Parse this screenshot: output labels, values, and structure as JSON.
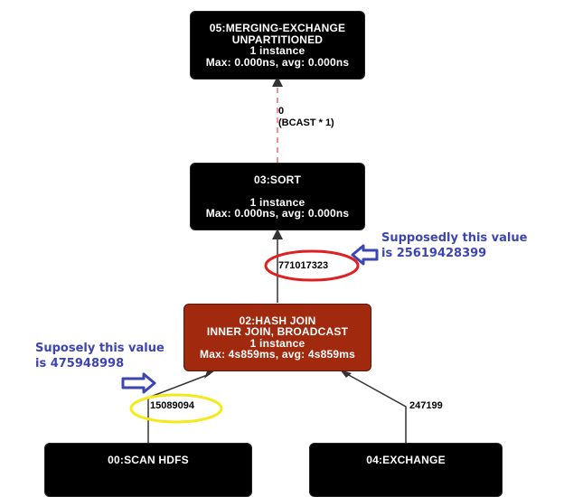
{
  "nodes": {
    "merging_exchange": {
      "title": "05:MERGING-EXCHANGE",
      "subtitle": "UNPARTITIONED",
      "instances": "1 instance",
      "timing": "Max: 0.000ns, avg: 0.000ns",
      "color": "#000000"
    },
    "sort": {
      "title": "03:SORT",
      "subtitle": "",
      "instances": "1 instance",
      "timing": "Max: 0.000ns, avg: 0.000ns",
      "color": "#000000"
    },
    "hash_join": {
      "title": "02:HASH JOIN",
      "subtitle": "INNER JOIN, BROADCAST",
      "instances": "1 instance",
      "timing": "Max: 4s859ms, avg: 4s859ms",
      "color": "#a12a0e"
    },
    "scan_hdfs": {
      "title": "00:SCAN HDFS",
      "color": "#000000"
    },
    "exchange": {
      "title": "04:EXCHANGE",
      "color": "#000000"
    }
  },
  "edges": {
    "sort_to_merging": {
      "label_line1": "0",
      "label_line2": "(BCAST * 1)",
      "style": "dashed",
      "color": "#e07070"
    },
    "join_to_sort": {
      "label": "771017323"
    },
    "scan_to_join": {
      "label": "15089094"
    },
    "exchange_to_join": {
      "label": "247199"
    }
  },
  "annotations": {
    "right": {
      "line1": "Supposedly this value",
      "line2": "is 25619428399",
      "color": "#3d45b0"
    },
    "left": {
      "line1": "Suposely this value",
      "line2": "is 475948998",
      "color": "#3d45b0"
    },
    "red_ellipse_color": "#e02020",
    "yellow_ellipse_color": "#f2ea1a"
  }
}
